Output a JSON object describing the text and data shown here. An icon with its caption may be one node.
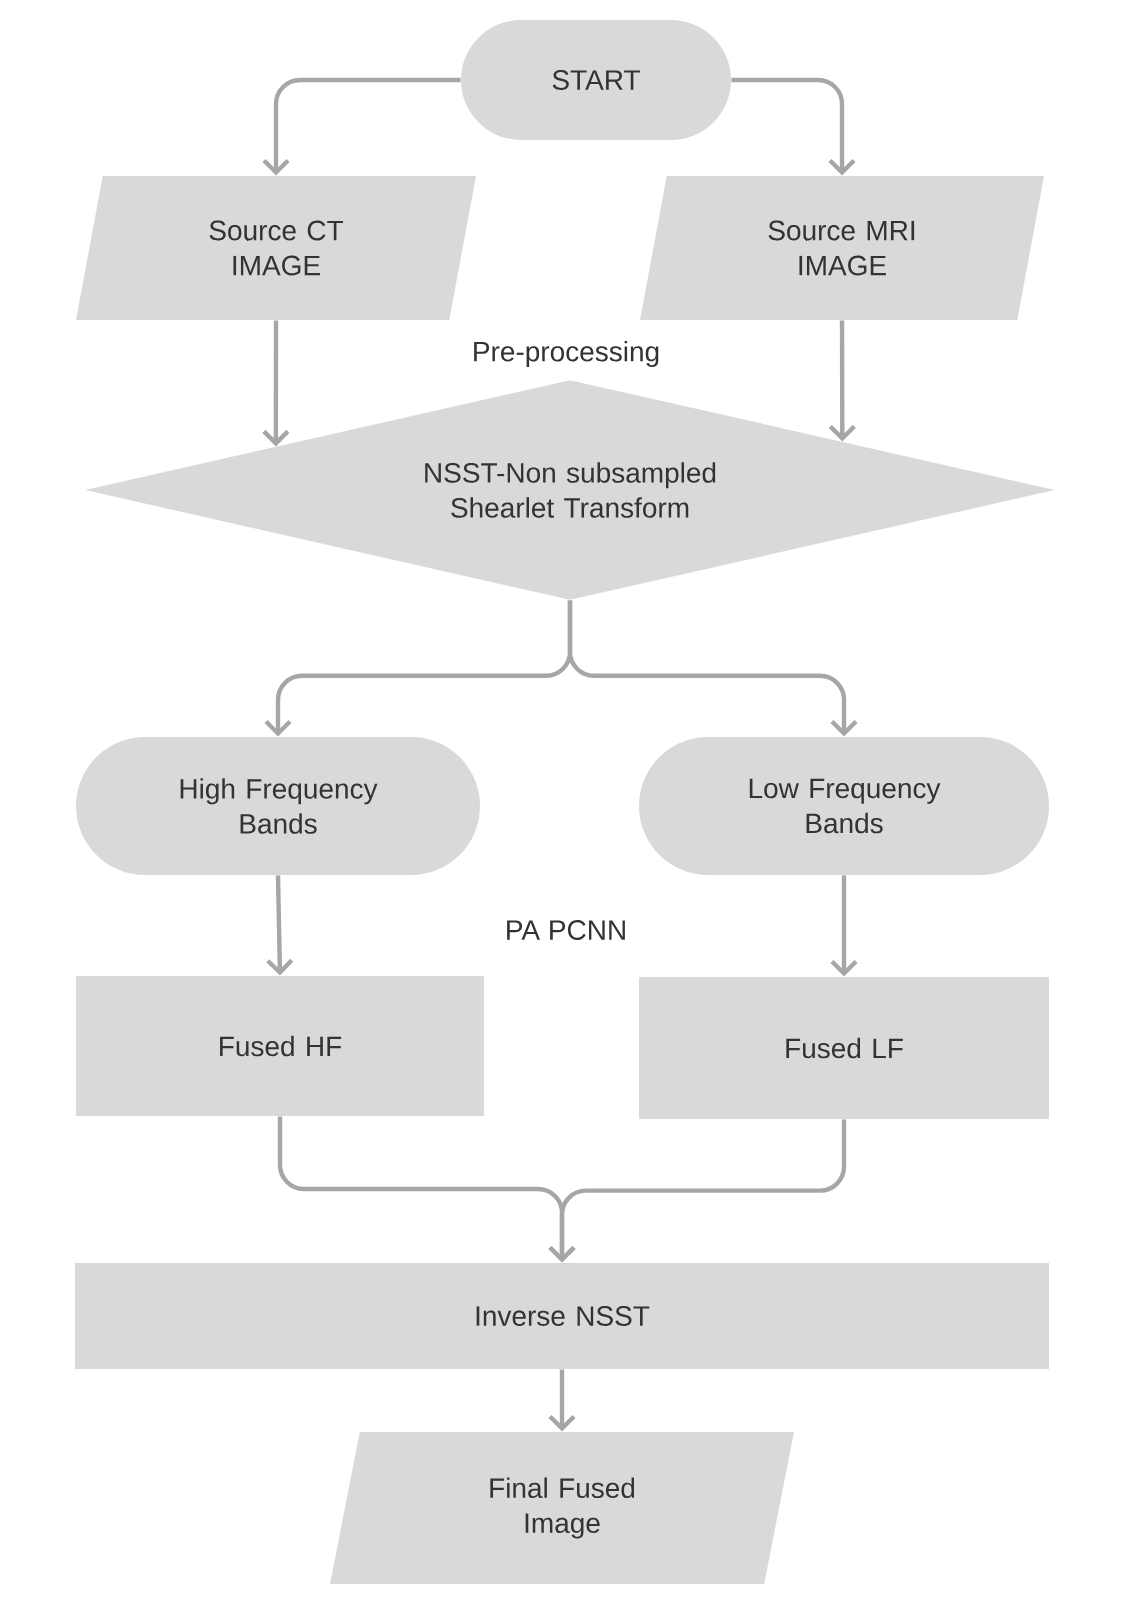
{
  "diagram": {
    "nodes": [
      {
        "text": [
          "START"
        ]
      },
      {
        "text": [
          "Source CT IMAGE"
        ]
      },
      {
        "text": [
          "Source MRI IMAGE"
        ]
      },
      {
        "text": [
          "NSST-Non subsampled Shearlet Transform"
        ]
      },
      {
        "text": [
          "High Frequency Bands"
        ]
      },
      {
        "text": [
          "Low Frequency Bands"
        ]
      },
      {
        "text": [
          "Fused HF"
        ]
      },
      {
        "text": [
          "Fused LF"
        ]
      },
      {
        "text": [
          "Inverse NSST"
        ]
      },
      {
        "text": [
          "Final Fused Image"
        ]
      }
    ],
    "edges": [
      {
        "from": 0,
        "to": 1,
        "arrow": "to"
      },
      {
        "from": 0,
        "to": 2,
        "arrow": "to"
      },
      {
        "from": 1,
        "to": 3,
        "arrow": "to"
      },
      {
        "from": 2,
        "to": 3,
        "arrow": "to"
      },
      {
        "from": 3,
        "to": 4,
        "arrow": "to"
      },
      {
        "from": 3,
        "to": 5,
        "arrow": "to"
      },
      {
        "from": 4,
        "to": 6,
        "arrow": "to"
      },
      {
        "from": 5,
        "to": 7,
        "arrow": "to"
      },
      {
        "from": 6,
        "to": 8,
        "arrow": "to"
      },
      {
        "from": 7,
        "to": 8,
        "arrow": "to"
      },
      {
        "from": 8,
        "to": 9,
        "arrow": "to"
      }
    ],
    "labels": [
      "Pre-processing",
      "PA PCNN"
    ]
  }
}
